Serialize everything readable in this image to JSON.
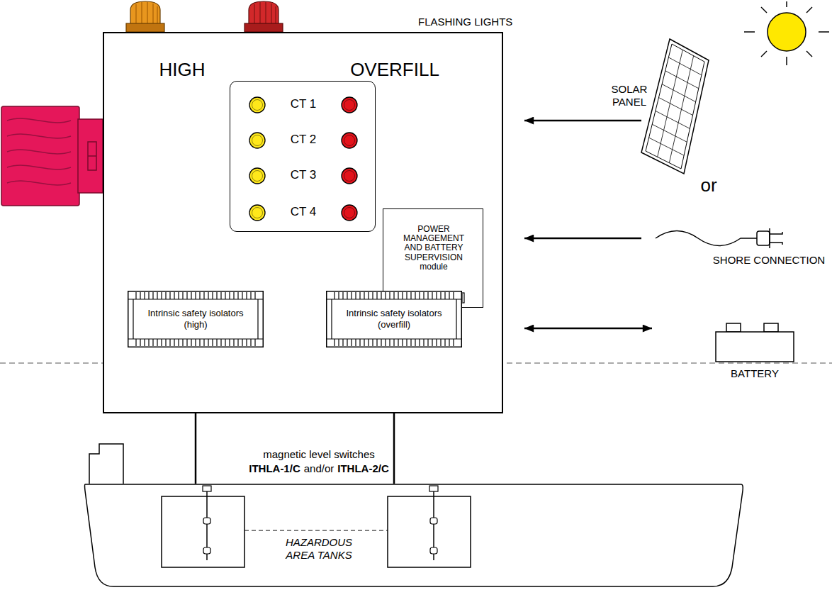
{
  "diagram": {
    "nodes": [
      {
        "text": [
          "HIGH",
          "OVERFILL"
        ]
      },
      {
        "text": [
          "CT 1",
          "CT 2",
          "CT 3",
          "CT 4"
        ],
        "in": 0
      },
      {
        "text": [
          "POWER MANAGEMENT AND BATTERY SUPERVISION module"
        ],
        "in": 0
      },
      {
        "text": [
          "Intrinsic safety isolators (high)"
        ],
        "in": 0
      },
      {
        "text": [
          "Intrinsic safety isolators (overfill)"
        ],
        "in": 0
      },
      {
        "text": [
          "SOLAR PANEL"
        ]
      },
      {
        "text": [
          "SHORE CONNECTION"
        ]
      },
      {
        "text": [
          "BATTERY"
        ]
      },
      {
        "text": [
          "HAZARDOUS AREA TANKS"
        ]
      }
    ],
    "edges": [
      {
        "from": 5,
        "to": 0,
        "arrow": "to"
      },
      {
        "from": 6,
        "to": 0,
        "arrow": "to"
      },
      {
        "from": 7,
        "to": 0,
        "arrow": "both"
      },
      {
        "from": 8,
        "to": 3,
        "arrow": "to"
      },
      {
        "from": 8,
        "to": 4,
        "arrow": "to"
      }
    ],
    "labels": [
      "FLASHING LIGHTS",
      "or",
      "magnetic level switches",
      "ITHLA-1/C",
      "and/or",
      "ITHLA-2/C"
    ]
  }
}
